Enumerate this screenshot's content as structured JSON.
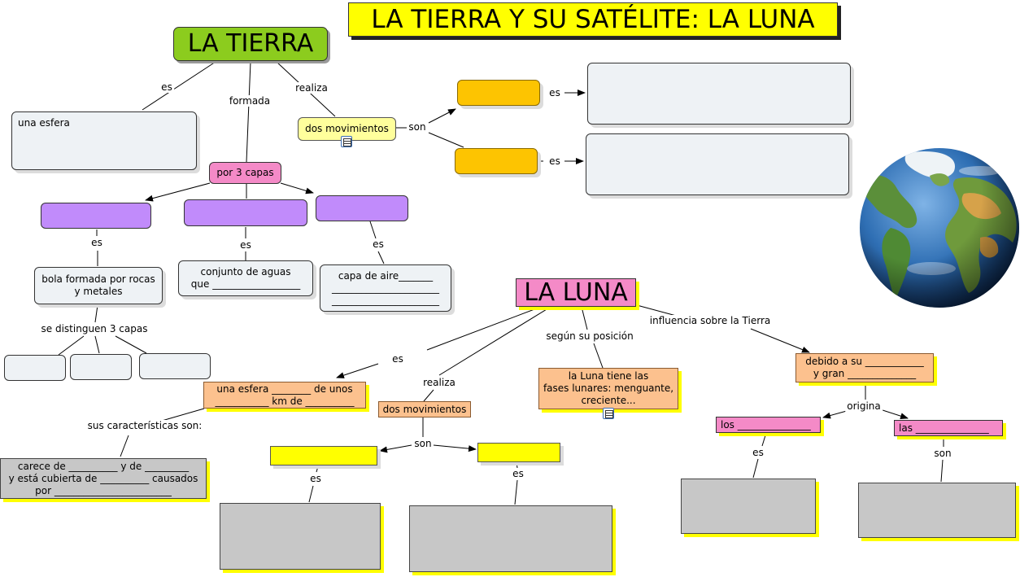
{
  "title": "LA TIERRA Y SU SATÉLITE: LA LUNA",
  "tierra": {
    "title": "LA TIERRA",
    "link_es": "es",
    "link_formada": "formada",
    "link_realiza": "realiza",
    "esfera": "una esfera",
    "capas": "por 3 capas",
    "movimientos": "dos movimientos",
    "link_son": "son",
    "link_es_mov1": "es",
    "link_es_mov2": "es",
    "link_es_capa1": "es",
    "link_es_capa2": "es",
    "link_es_capa3": "es",
    "bola": "bola formada por rocas\ny metales",
    "aguas": "conjunto de aguas\nque __________________",
    "aire": "capa de aire_______\n______________________\n______________________",
    "link_distinguen": "se distinguen 3 capas"
  },
  "luna": {
    "title": "LA LUNA",
    "link_es": "es",
    "link_realiza": "realiza",
    "link_posicion": "según su posición",
    "link_influencia": "influencia sobre la Tierra",
    "esfera": "una esfera ________ de unos\n___________ km de __________",
    "link_caracteristicas": "sus características son:",
    "caracteristicas": "carece de __________ y de _________\ny está cubierta de __________ causados\npor ________________________",
    "movimientos": "dos movimientos",
    "link_son": "son",
    "link_es_mov1": "es",
    "link_es_mov2": "es",
    "fases": "la Luna tiene las\nfases lunares: menguante,\ncreciente...",
    "debido": "debido a su ____________\n y gran ______________",
    "link_origina": "origina",
    "los": "los _______________",
    "las": "las _______________",
    "link_es_los": "es",
    "link_son_las": "son"
  },
  "colors": {
    "title_bg": "#ffff00",
    "tierra_bg": "#8ccc1e",
    "luna_bg": "#f48ac7",
    "purple": "#c18bfb",
    "orange": "#fdc401",
    "peach": "#fcc18e",
    "gray": "#c7c7c7"
  },
  "icons": [
    "note-icon",
    "earth-globe-image"
  ]
}
